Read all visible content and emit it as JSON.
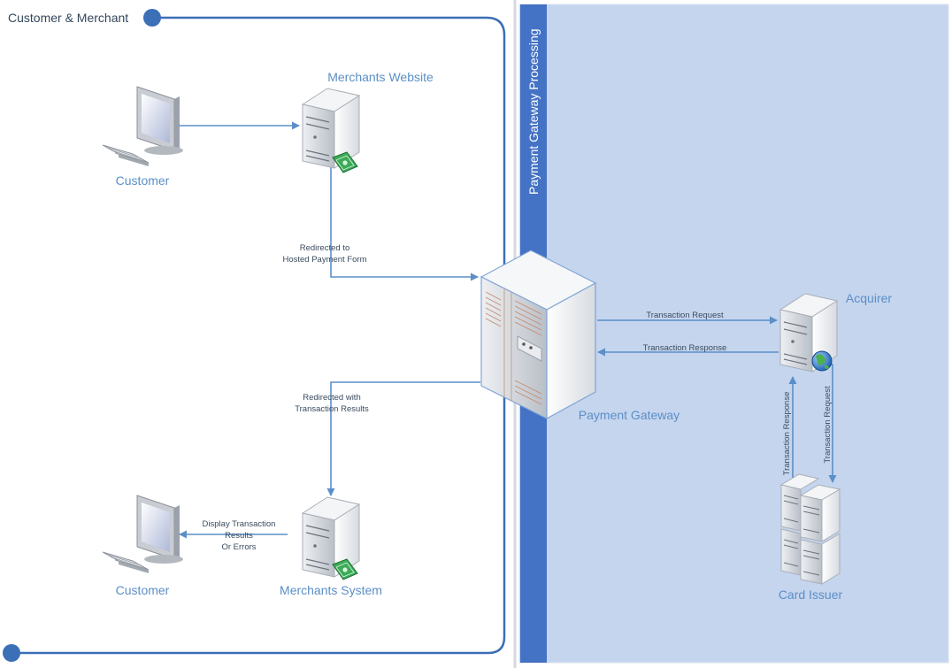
{
  "lanes": {
    "customer_merchant": "Customer & Merchant",
    "gateway_processing": "Payment Gateway Processing"
  },
  "nodes": {
    "customer_top": "Customer",
    "merchants_website": "Merchants Website",
    "payment_gateway": "Payment Gateway",
    "acquirer": "Acquirer",
    "card_issuer": "Card Issuer",
    "merchants_system": "Merchants System",
    "customer_bottom": "Customer"
  },
  "flows": {
    "redirected_to": [
      "Redirected to",
      "Hosted Payment Form"
    ],
    "redirected_with": [
      "Redirected with",
      "Transaction Results"
    ],
    "display_results": [
      "Display Transaction",
      "Results",
      "Or Errors"
    ],
    "transaction_request": "Transaction Request",
    "transaction_response": "Transaction Response",
    "vertical_response": "Transaction Response",
    "vertical_request": "Transaction Request"
  },
  "colors": {
    "lane_fill": "#c5d5ee",
    "band": "#4472c4",
    "frame": "#3b6fb6",
    "flow": "#5b8fc7",
    "label": "#5b8fc7"
  },
  "icons": [
    "monitor-icon",
    "server-icon",
    "rack-server-icon",
    "server-cluster-icon",
    "money-icon",
    "globe-icon"
  ]
}
